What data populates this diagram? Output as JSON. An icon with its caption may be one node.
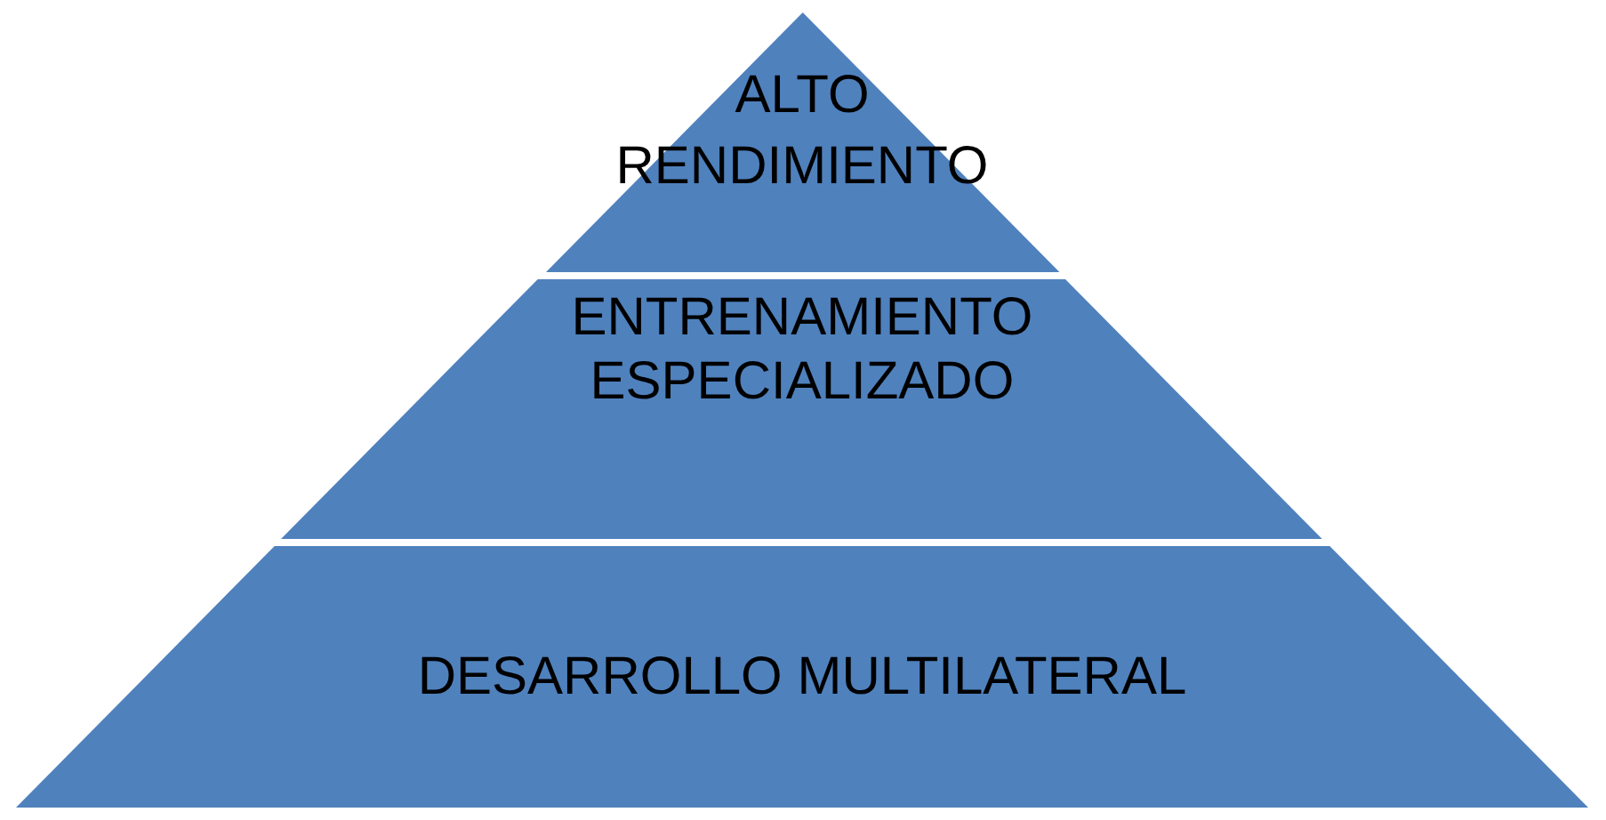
{
  "diagram": {
    "nodes": [
      {
        "text": [
          "ALTO RENDIMIENTO"
        ]
      },
      {
        "text": [
          "ENTRENAMIENTO ESPECIALIZADO"
        ]
      },
      {
        "text": [
          "DESARROLLO MULTILATERAL"
        ]
      }
    ]
  }
}
